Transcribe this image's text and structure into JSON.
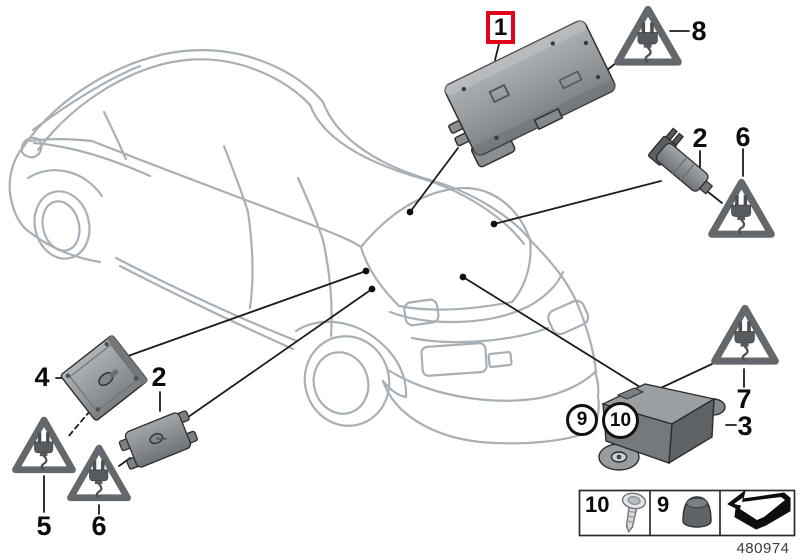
{
  "diagram": {
    "title_hint": "vehicle-antenna-parts-diagram",
    "drawing_number": "480974",
    "callouts": {
      "part1": "1",
      "part2_right": "2",
      "part3": "3",
      "part4": "4",
      "part5": "5",
      "part6_right": "6",
      "part6_left": "6",
      "part7": "7",
      "part8": "8",
      "part2_left": "2",
      "part9": "9",
      "part10": "10"
    },
    "legend": {
      "screw_label": "10",
      "grommet_label": "9"
    },
    "colors": {
      "highlight_red": "#e2051a",
      "car_outline_gray": "#a8b0b7",
      "leader_black": "#1c1c1c",
      "triangle_gray": "#63686c",
      "part_gray": "#8d9194"
    }
  }
}
